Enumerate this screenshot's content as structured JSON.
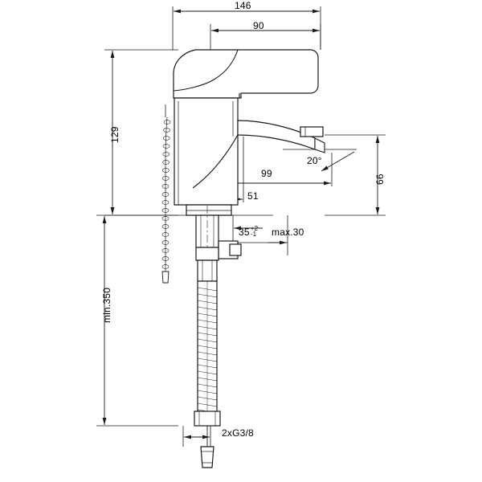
{
  "drawing": {
    "title": "basin mixer tap technical dimension drawing",
    "units": "mm",
    "line_color": "#1a1a1a",
    "background": "#ffffff"
  },
  "dimensions": {
    "overall_width": "146",
    "spout_width": "90",
    "body_height": "129",
    "spout_height": "66",
    "spout_reach": "99",
    "lever_reach": "51",
    "angle": "20°",
    "thread_zone": "35",
    "thread_zone_tol_upper": "+2",
    "thread_zone_tol_lower": "-1",
    "max_thickness": "max.30",
    "hose_length": "min.350",
    "connection": "2xG3/8"
  }
}
